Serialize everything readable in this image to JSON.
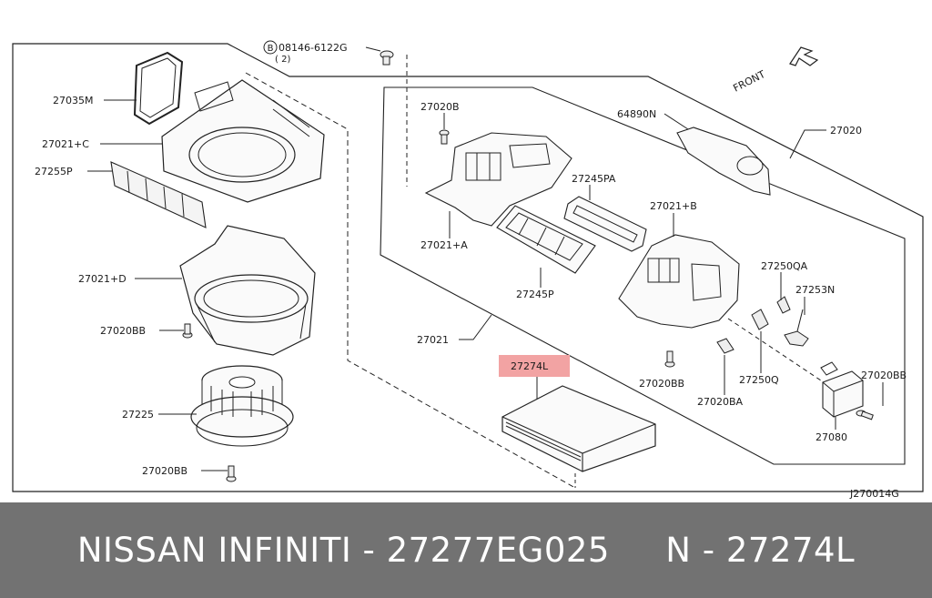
{
  "diagram": {
    "labels": {
      "bolt_callout": "08146-6122G",
      "bolt_qty": "( 2)",
      "bolt_circle_letter": "B",
      "front": "FRONT",
      "p27035M": "27035M",
      "p27021C": "27021+C",
      "p27255P": "27255P",
      "p27021D": "27021+D",
      "p27020BB_left": "27020BB",
      "p27225": "27225",
      "p27020BB_bottom": "27020BB",
      "p27020B": "27020B",
      "p27021A": "27021+A",
      "p27245PA": "27245PA",
      "p27245P": "27245P",
      "p27021": "27021",
      "p64890N": "64890N",
      "p27020": "27020",
      "p27021B": "27021+B",
      "p27250QA": "27250QA",
      "p27253N": "27253N",
      "p27250Q": "27250Q",
      "p27020BB_mid": "27020BB",
      "p27020BA": "27020BA",
      "p27020BB_right": "27020BB",
      "p27080": "27080",
      "p27274L": "27274L",
      "diagram_code": "J270014G"
    },
    "highlight_color": "#f2a3a3"
  },
  "banner": {
    "text": "NISSAN INFINITI - 27277EG025     N - 27274L",
    "background": "#727272"
  }
}
